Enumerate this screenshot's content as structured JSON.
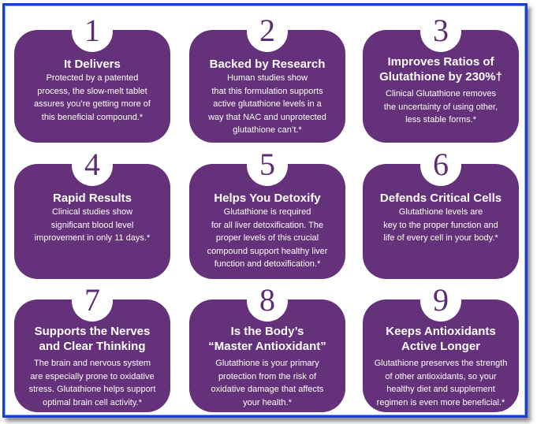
{
  "colors": {
    "card_purple": "#64317a",
    "number_text": "#5c2d72",
    "frame_blue": "#1a3fd0"
  },
  "cards": [
    {
      "number": "1",
      "title": "It Delivers",
      "body": "Protected by a patented\nprocess, the slow-melt tablet\nassures you’re getting more of\nthis beneficial compound.*"
    },
    {
      "number": "2",
      "title": "Backed by Research",
      "body": "Human studies show\nthat this formulation supports\nactive glutathione levels in a\nway that NAC and unprotected\nglutathione can’t.*"
    },
    {
      "number": "3",
      "title": "Improves Ratios of\nGlutathione by 230%†",
      "body": "Clinical Glutathione removes\nthe uncertainty of using other,\nless stable forms.*"
    },
    {
      "number": "4",
      "title": "Rapid Results",
      "body": "Clinical studies show\nsignificant blood level\nimprovement in only 11 days.*"
    },
    {
      "number": "5",
      "title": "Helps You Detoxify",
      "body": "Glutathione is required\nfor all liver detoxification. The\nproper levels of this crucial\ncompound support healthy liver\nfunction and detoxification.*"
    },
    {
      "number": "6",
      "title": "Defends Critical Cells",
      "body": "Glutathione levels are\nkey to the proper function and\nlife of every cell in your body.*"
    },
    {
      "number": "7",
      "title": "Supports the Nerves\nand Clear Thinking",
      "body": "The brain and nervous system\nare especially prone to oxidative\nstress. Glutathione helps support\noptimal brain cell activity.*"
    },
    {
      "number": "8",
      "title": "Is the Body’s\n“Master Antioxidant”",
      "body": "Glutathione is your primary\nprotection from the risk of\noxidative damage that affects\nyour health.*"
    },
    {
      "number": "9",
      "title": "Keeps Antioxidants\nActive Longer",
      "body": "Glutathione preserves the strength\nof other antioxidants, so your\nhealthy diet and supplement\nregimen is even more beneficial.*"
    }
  ]
}
